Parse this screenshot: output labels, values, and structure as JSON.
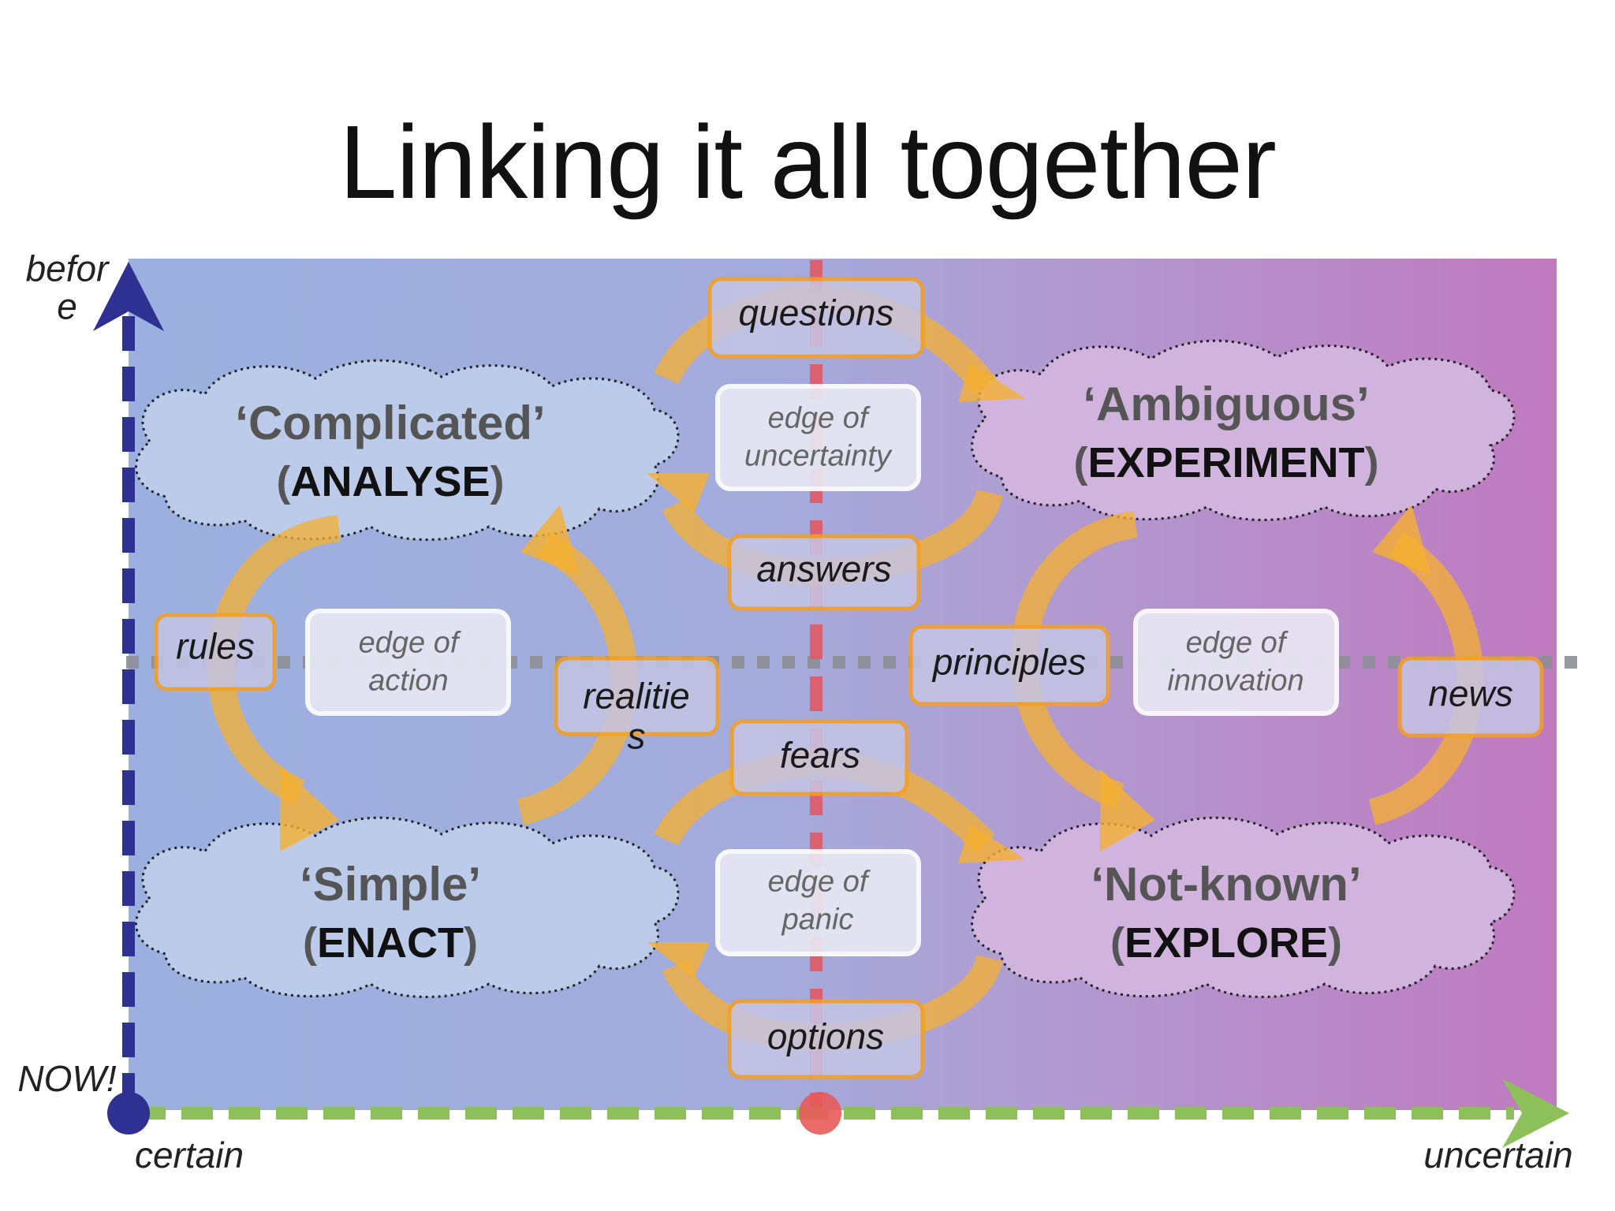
{
  "title": "Linking it all together",
  "axes": {
    "y_top": "befor\ne",
    "y_bottom": "NOW!",
    "x_left": "certain",
    "x_right": "uncertain"
  },
  "colors": {
    "bg_left": "#9aaede",
    "bg_mid": "#a8a6d8",
    "bg_right": "#c07cc0",
    "y_axis": "#2e3192",
    "x_axis": "#8dc05a",
    "mid_line": "#e0505a",
    "arrow": "#f5b030",
    "grey_line": "#8a8a8a"
  },
  "domains": {
    "complicated": {
      "name": "‘Complicated’",
      "open": "(",
      "action": "ANALYSE",
      "close": ")"
    },
    "ambiguous": {
      "name": "‘Ambiguous’",
      "open": "(",
      "action": "EXPERIMENT",
      "close": ")"
    },
    "simple": {
      "name": "‘Simple’",
      "open": "(",
      "action": "ENACT",
      "close": ")"
    },
    "not_known": {
      "name": "‘Not-known’",
      "open": "(",
      "action": "EXPLORE",
      "close": ")"
    }
  },
  "edges": {
    "uncertainty": "edge of\nuncertainty",
    "action": "edge of\naction",
    "innovation": "edge of\ninnovation",
    "panic": "edge of\npanic"
  },
  "links": {
    "questions": "questions",
    "answers": "answers",
    "rules": "rules",
    "realities": "realitie\ns",
    "principles": "principles",
    "news": "news",
    "fears": "fears",
    "options": "options"
  }
}
